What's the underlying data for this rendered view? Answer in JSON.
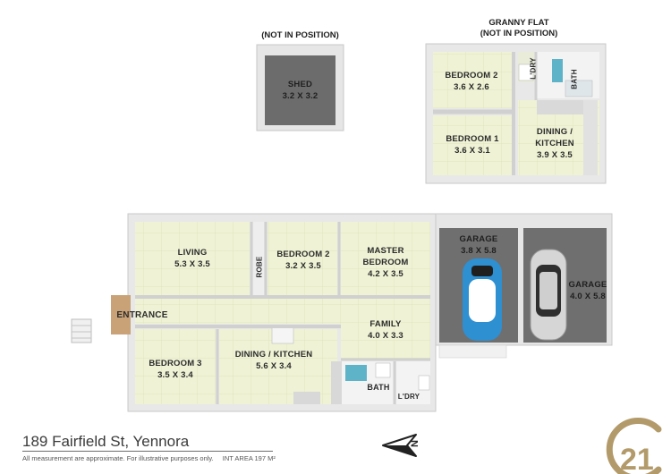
{
  "shed": {
    "heading": "(NOT IN POSITION)",
    "name": "SHED",
    "dims": "3.2 X 3.2"
  },
  "granny_flat": {
    "heading_line1": "GRANNY FLAT",
    "heading_line2": "(NOT IN POSITION)",
    "bedroom2": {
      "name": "BEDROOM 2",
      "dims": "3.6 X 2.6"
    },
    "bedroom1": {
      "name": "BEDROOM 1",
      "dims": "3.6 X 3.1"
    },
    "dining": {
      "name_line1": "DINING /",
      "name_line2": "KITCHEN",
      "dims": "3.9 X 3.5"
    },
    "ldry": "L'DRY",
    "bath": "BATH"
  },
  "house": {
    "living": {
      "name": "LIVING",
      "dims": "5.3 X 3.5"
    },
    "robe": "ROBE",
    "bedroom2": {
      "name": "BEDROOM 2",
      "dims": "3.2 X 3.5"
    },
    "master": {
      "name_line1": "MASTER",
      "name_line2": "BEDROOM",
      "dims": "4.2 X 3.5"
    },
    "garage1": {
      "name": "GARAGE",
      "dims": "3.8 X 5.8"
    },
    "garage2": {
      "name": "GARAGE",
      "dims": "4.0 X 5.8"
    },
    "entrance": "ENTRANCE",
    "family": {
      "name": "FAMILY",
      "dims": "4.0 X 3.3"
    },
    "bedroom3": {
      "name": "BEDROOM 3",
      "dims": "3.5 X 3.4"
    },
    "dining": {
      "name": "DINING / KITCHEN",
      "dims": "5.6 X 3.4"
    },
    "bath": "BATH",
    "ldry": "L'DRY"
  },
  "footer": {
    "address": "189 Fairfield St, Yennora",
    "disclaimer": "All measurement are approximate. For illustrative purposes only.",
    "area": "INT AREA 197 M²"
  },
  "logo": {
    "text": "21"
  },
  "colors": {
    "wall": "#e9e9e9",
    "wall_edge": "#c9c9c9",
    "floor": "#eff2d5",
    "tile_line": "#dde2b8",
    "garage": "#6f6f70",
    "shed_roof": "#6c6c6c",
    "deck": "#c9a277",
    "car_blue": "#2e8fd1",
    "car_silver": "#d6d6d6",
    "logo_gold": "#b39a6a",
    "aqua": "#5fb3c9"
  }
}
